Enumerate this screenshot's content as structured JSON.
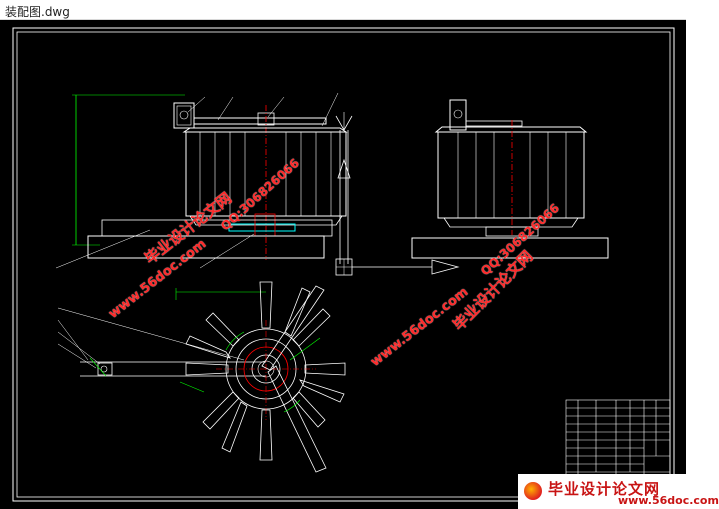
{
  "window": {
    "title": "装配图.dwg"
  },
  "watermarks": {
    "url": "www.56doc.com",
    "qq": "QQ:306826066",
    "site_name": "毕业设计论文网"
  },
  "footer_logo": {
    "text": "毕业设计论文网",
    "url": "www.56doc.com"
  },
  "colors": {
    "canvas_background": "#000000",
    "drawing_white": "#ffffff",
    "dimension_green": "#00ff00",
    "center_red": "#ff0000",
    "highlight_cyan": "#00ffff",
    "watermark_red": "#ff2a2a"
  }
}
